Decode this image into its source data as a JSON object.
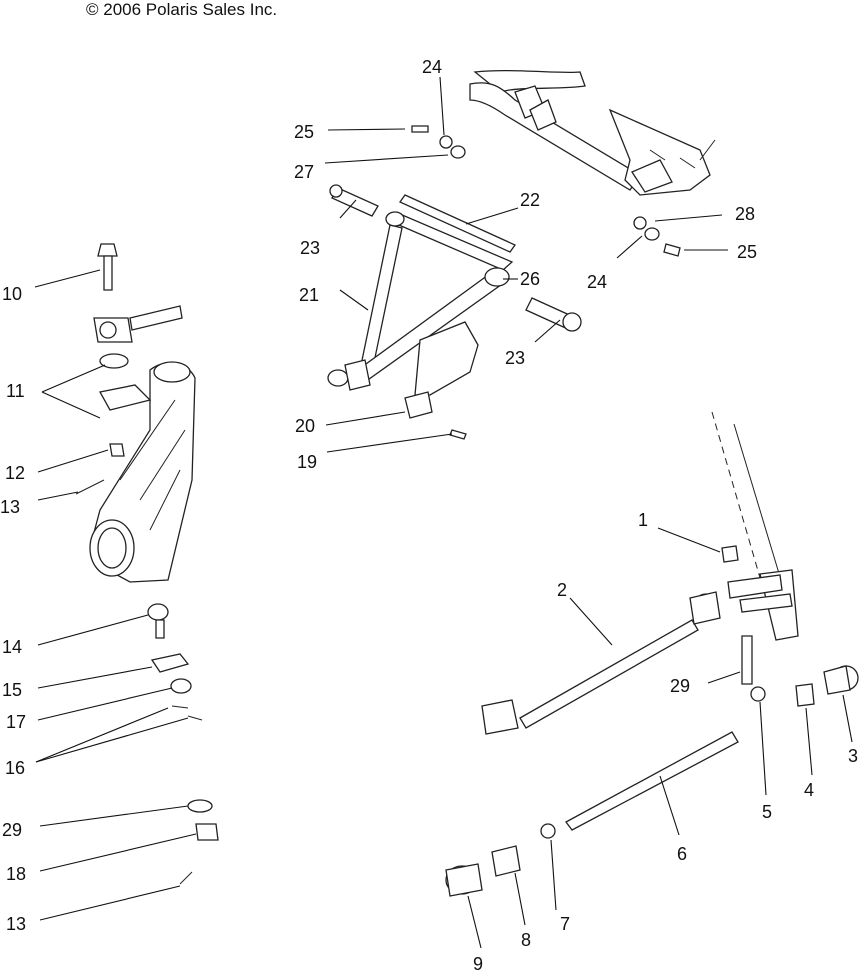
{
  "copyright": "© 2006 Polaris Sales Inc.",
  "callouts": [
    "1",
    "2",
    "3",
    "4",
    "5",
    "6",
    "7",
    "8",
    "9",
    "10",
    "11",
    "11",
    "12",
    "13",
    "13",
    "14",
    "15",
    "16",
    "16",
    "17",
    "18",
    "19",
    "20",
    "21",
    "22",
    "23",
    "23",
    "24",
    "24",
    "25",
    "25",
    "26",
    "27",
    "27",
    "28",
    "29"
  ]
}
